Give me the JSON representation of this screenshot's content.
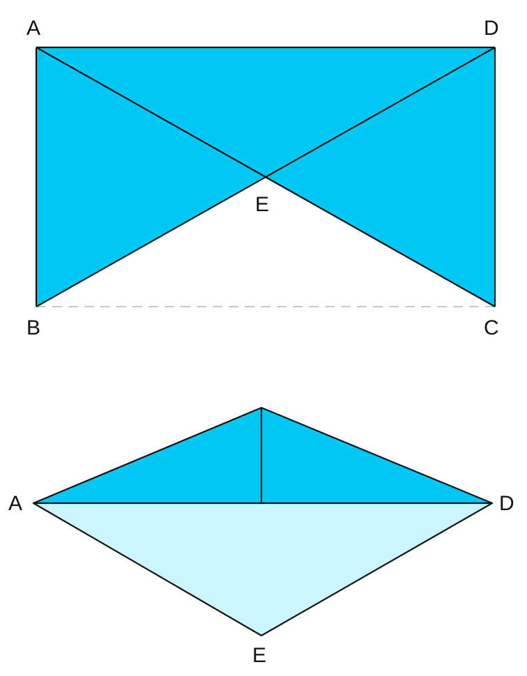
{
  "colors": {
    "fill_dark": "#00c8f5",
    "fill_light": "#ccf6ff",
    "stroke": "#111111",
    "dash": "#c8c8c8",
    "background": "#ffffff"
  },
  "top_figure": {
    "labels": {
      "A": "A",
      "D": "D",
      "B": "B",
      "C": "C",
      "E": "E"
    }
  },
  "bottom_figure": {
    "labels": {
      "A": "A",
      "D": "D",
      "E": "E"
    }
  }
}
